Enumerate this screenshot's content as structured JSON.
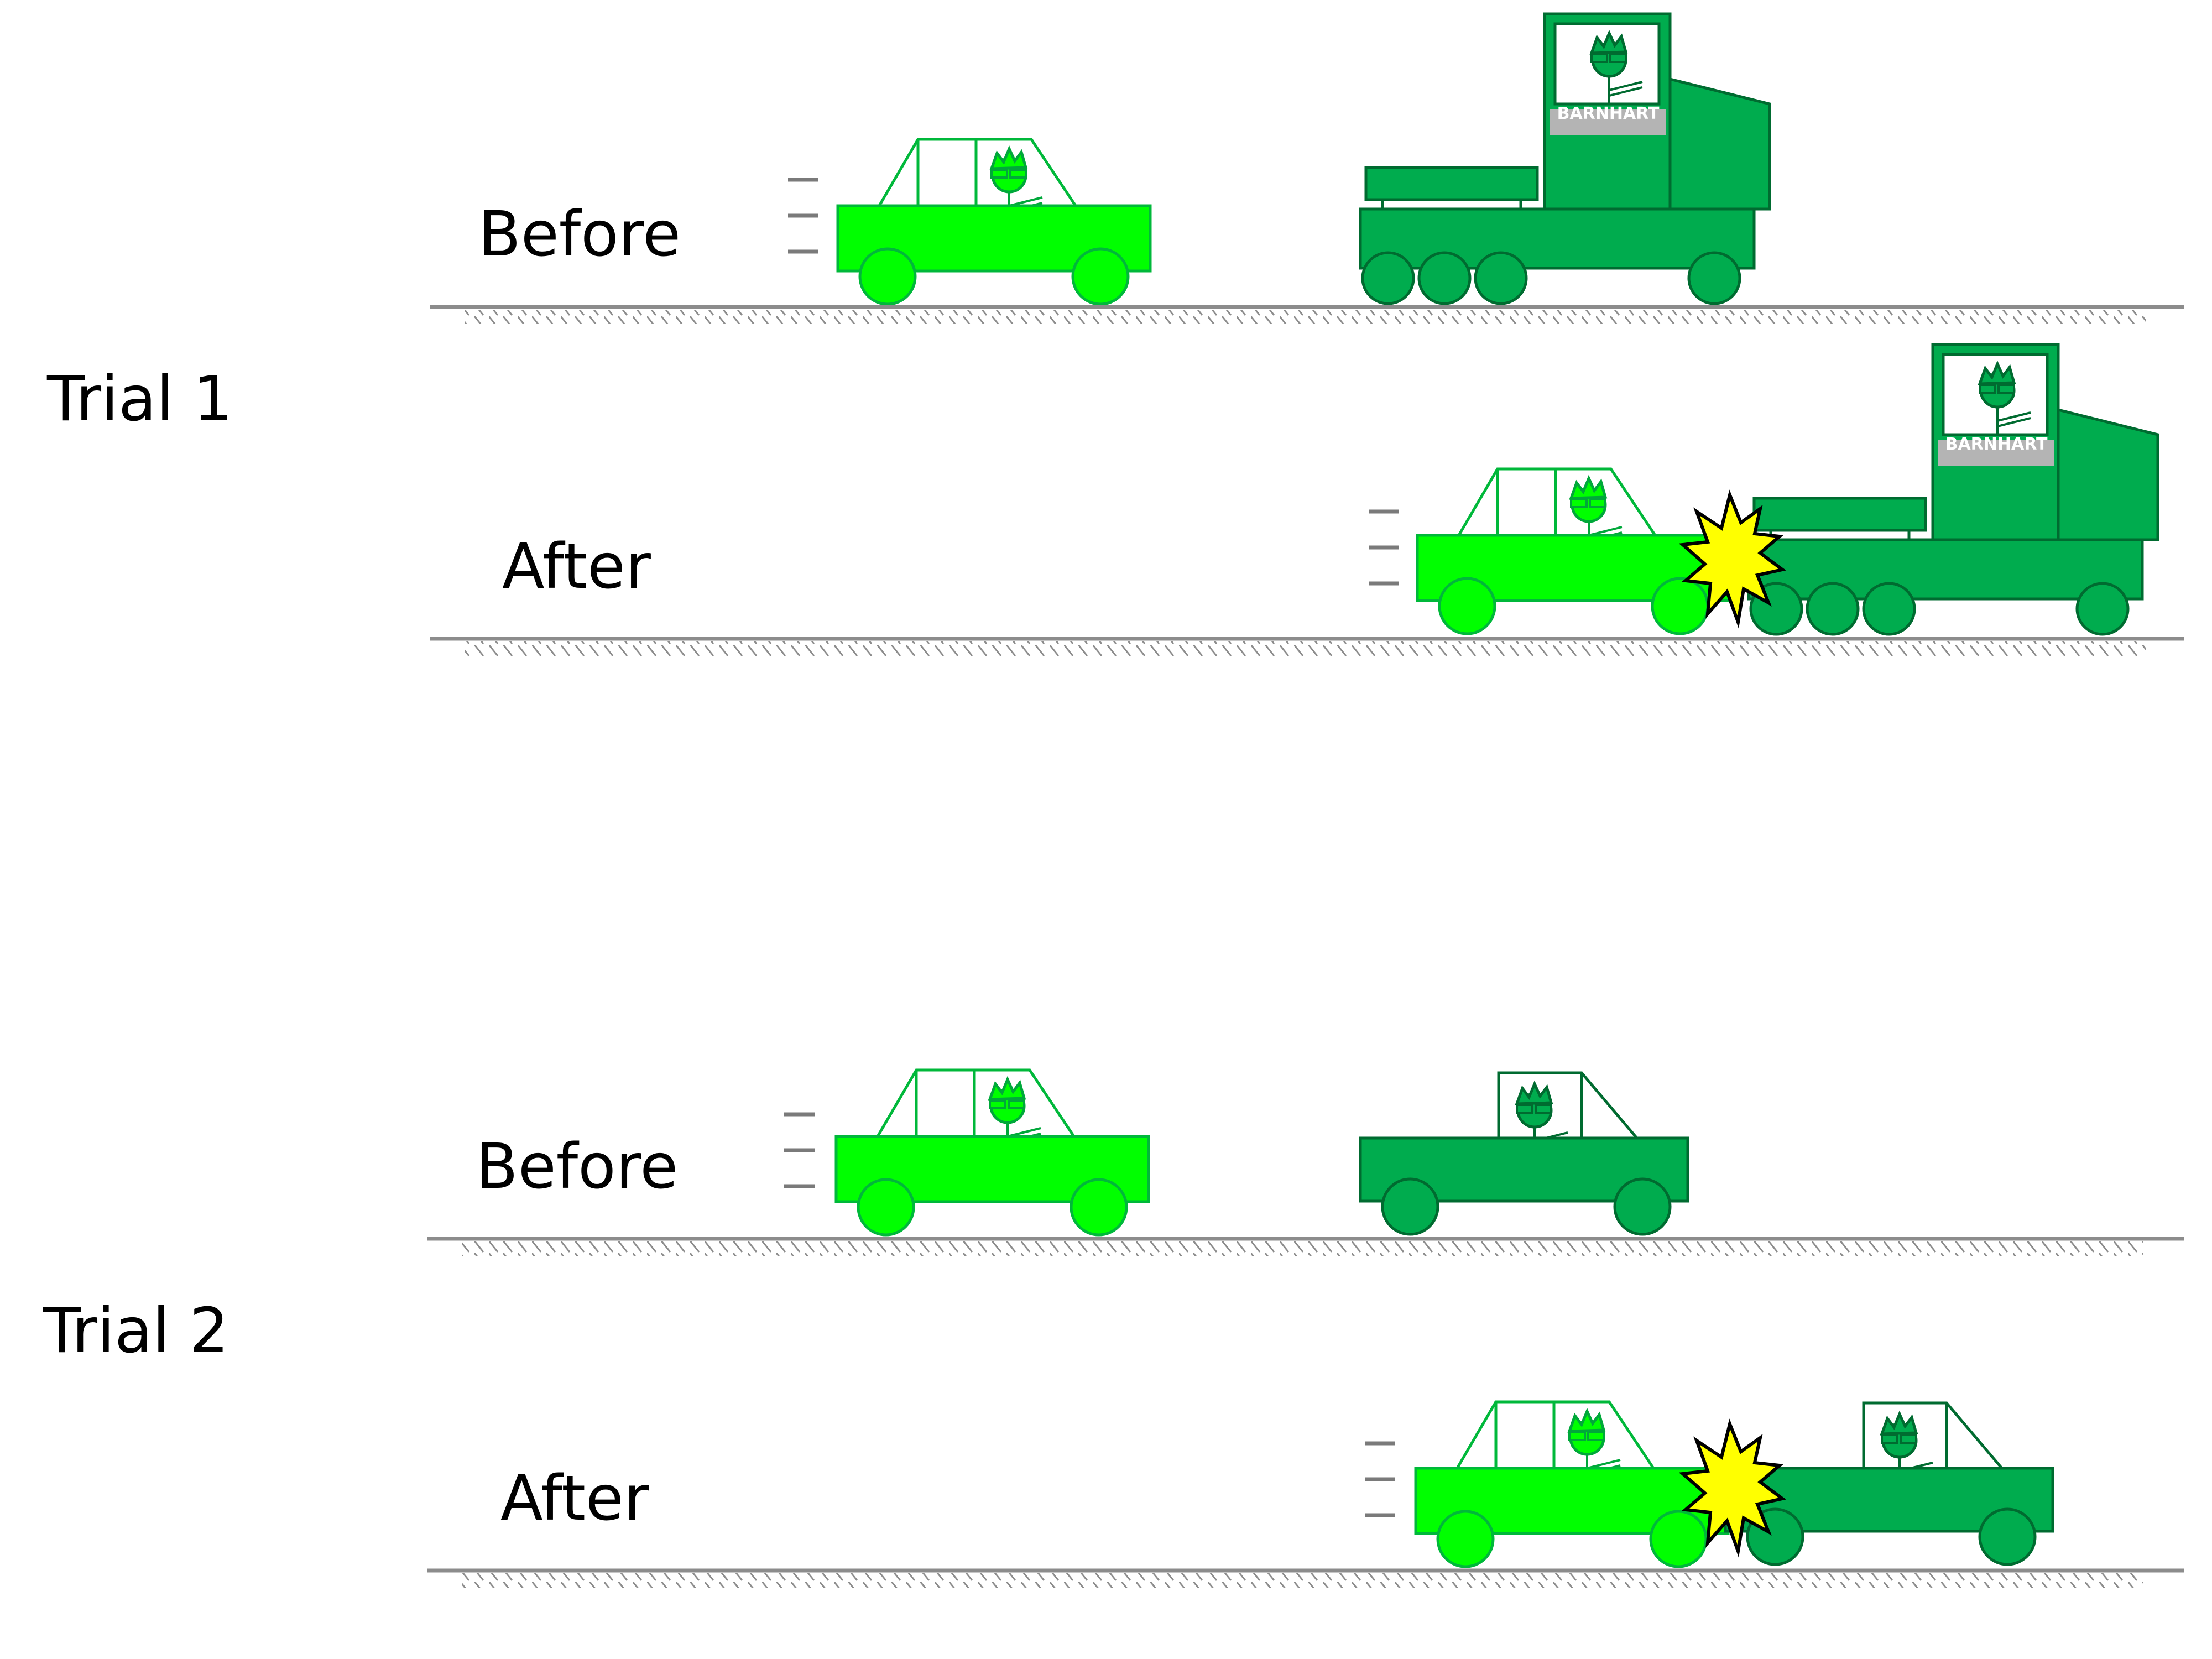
{
  "trials": [
    {
      "label": "Trial 1",
      "before_label": "Before",
      "after_label": "After",
      "truck_brand": "BARNHART"
    },
    {
      "label": "Trial 2",
      "before_label": "Before",
      "after_label": "After"
    }
  ],
  "colors": {
    "light_car": "#00ff00",
    "light_car_stroke": "#00b83a",
    "dark_vehicle": "#00ac4e",
    "dark_vehicle_stroke": "#006b30",
    "ground": "#8c8c8c",
    "collision_star": "#ffff00"
  },
  "icons": [
    "light-green-car",
    "dark-green-truck",
    "dark-green-car",
    "collision-star",
    "motion-lines",
    "ground-line"
  ]
}
